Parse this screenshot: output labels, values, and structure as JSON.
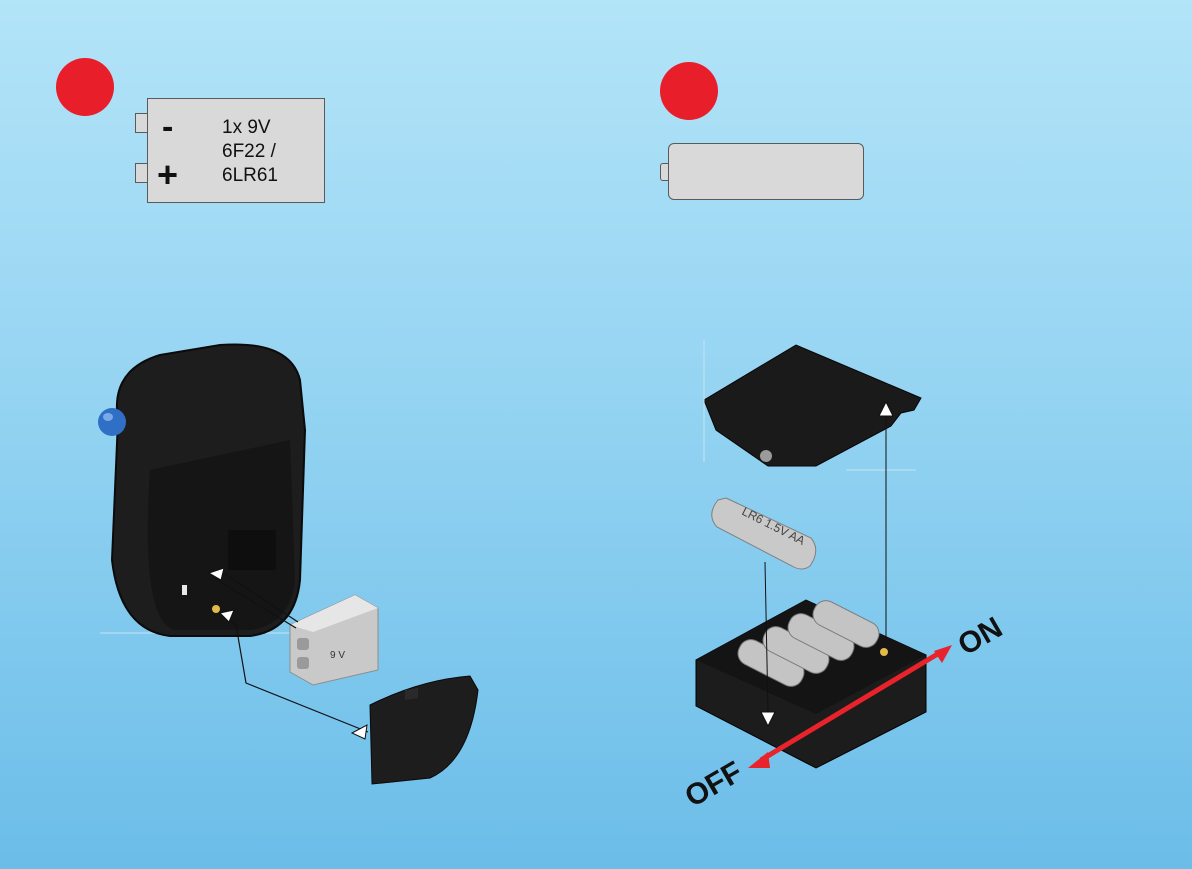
{
  "step_left": {
    "battery": {
      "minus": "-",
      "plus": "+",
      "lines": [
        "1x 9V",
        "6F22 /",
        "6LR61"
      ]
    },
    "small_battery_text": "9 V"
  },
  "step_right": {
    "aa_label": "LR6   1.5V   AA",
    "switch": {
      "on": "ON",
      "off": "OFF"
    }
  },
  "colors": {
    "step_dot": "#e81e2a",
    "arrow": "#e8232b",
    "device": "#1b1b1b"
  }
}
